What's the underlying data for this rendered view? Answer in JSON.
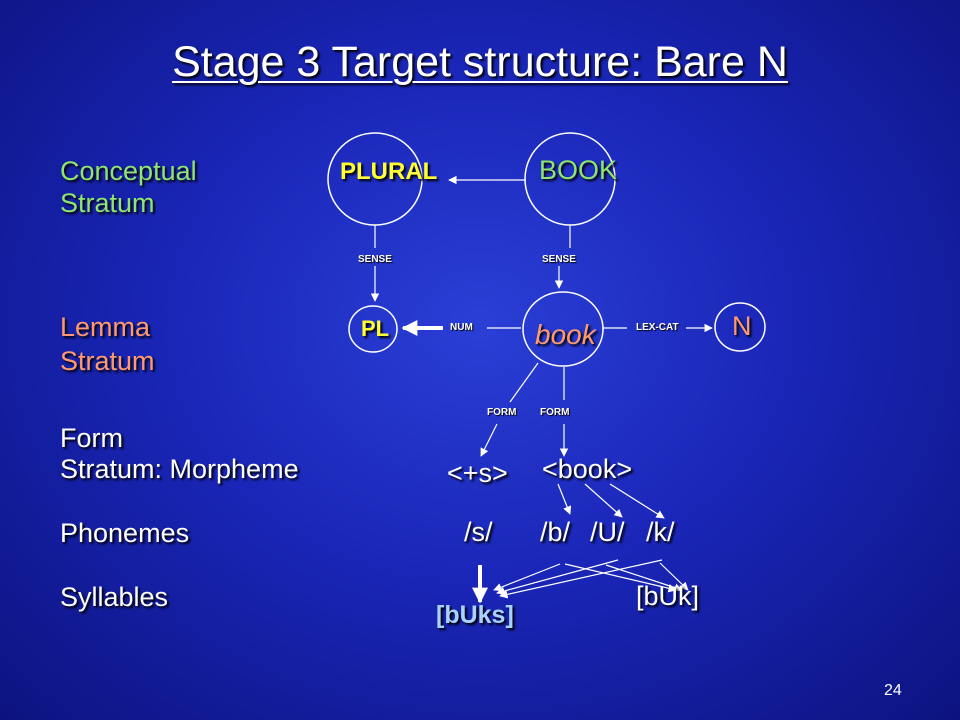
{
  "title": "Stage 3 Target structure: Bare N",
  "strata": {
    "conceptual_line1": "Conceptual",
    "conceptual_line2": "Stratum",
    "lemma_line1": "Lemma",
    "lemma_line2": "Stratum",
    "form_line1": "Form",
    "form_line2": "Stratum: Morpheme",
    "phonemes": "Phonemes",
    "syllables": "Syllables"
  },
  "nodes": {
    "plural": "PLURAL",
    "book_concept": "BOOK",
    "pl": "PL",
    "book_lemma": "book",
    "n": "N",
    "morph_s": "<+s>",
    "morph_book": "<book>",
    "ph_s": "/s/",
    "ph_b": "/b/",
    "ph_u": "/U/",
    "ph_k": "/k/",
    "syl_buks": "[bUks]",
    "syl_buk": "[bUk]"
  },
  "edges": {
    "sense_left": "SENSE",
    "sense_right": "SENSE",
    "num": "NUM",
    "lexcat": "LEX-CAT",
    "form_left": "FORM",
    "form_right": "FORM"
  },
  "page_number": "24",
  "colors": {
    "stratum_green": "#8ee56f",
    "stratum_salmon": "#ff9a70",
    "node_yellow": "#ffff33",
    "syllable_blue": "#aad2ff"
  }
}
